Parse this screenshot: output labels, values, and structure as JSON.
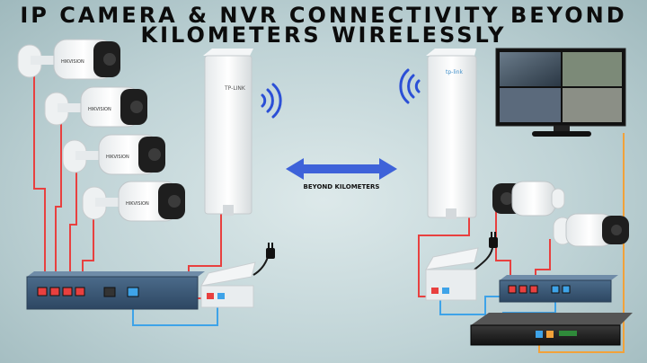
{
  "title": {
    "line1": "IP CAMERA & NVR CONNECTIVITY BEYOND",
    "line2": "KILOMETERS WIRELESSLY"
  },
  "arrow_label": "BEYOND KILOMETERS",
  "camera_brand": "HIKVISION",
  "cpe_left_brand": "TP-LINK",
  "cpe_right_brand": "tp-link",
  "colors": {
    "poe_cable": "#e8403f",
    "lan_cable": "#3ea3e8",
    "hdmi_cable": "#f2a23a",
    "arrow": "#3e62d9",
    "wifi": "#2b4fd6"
  }
}
